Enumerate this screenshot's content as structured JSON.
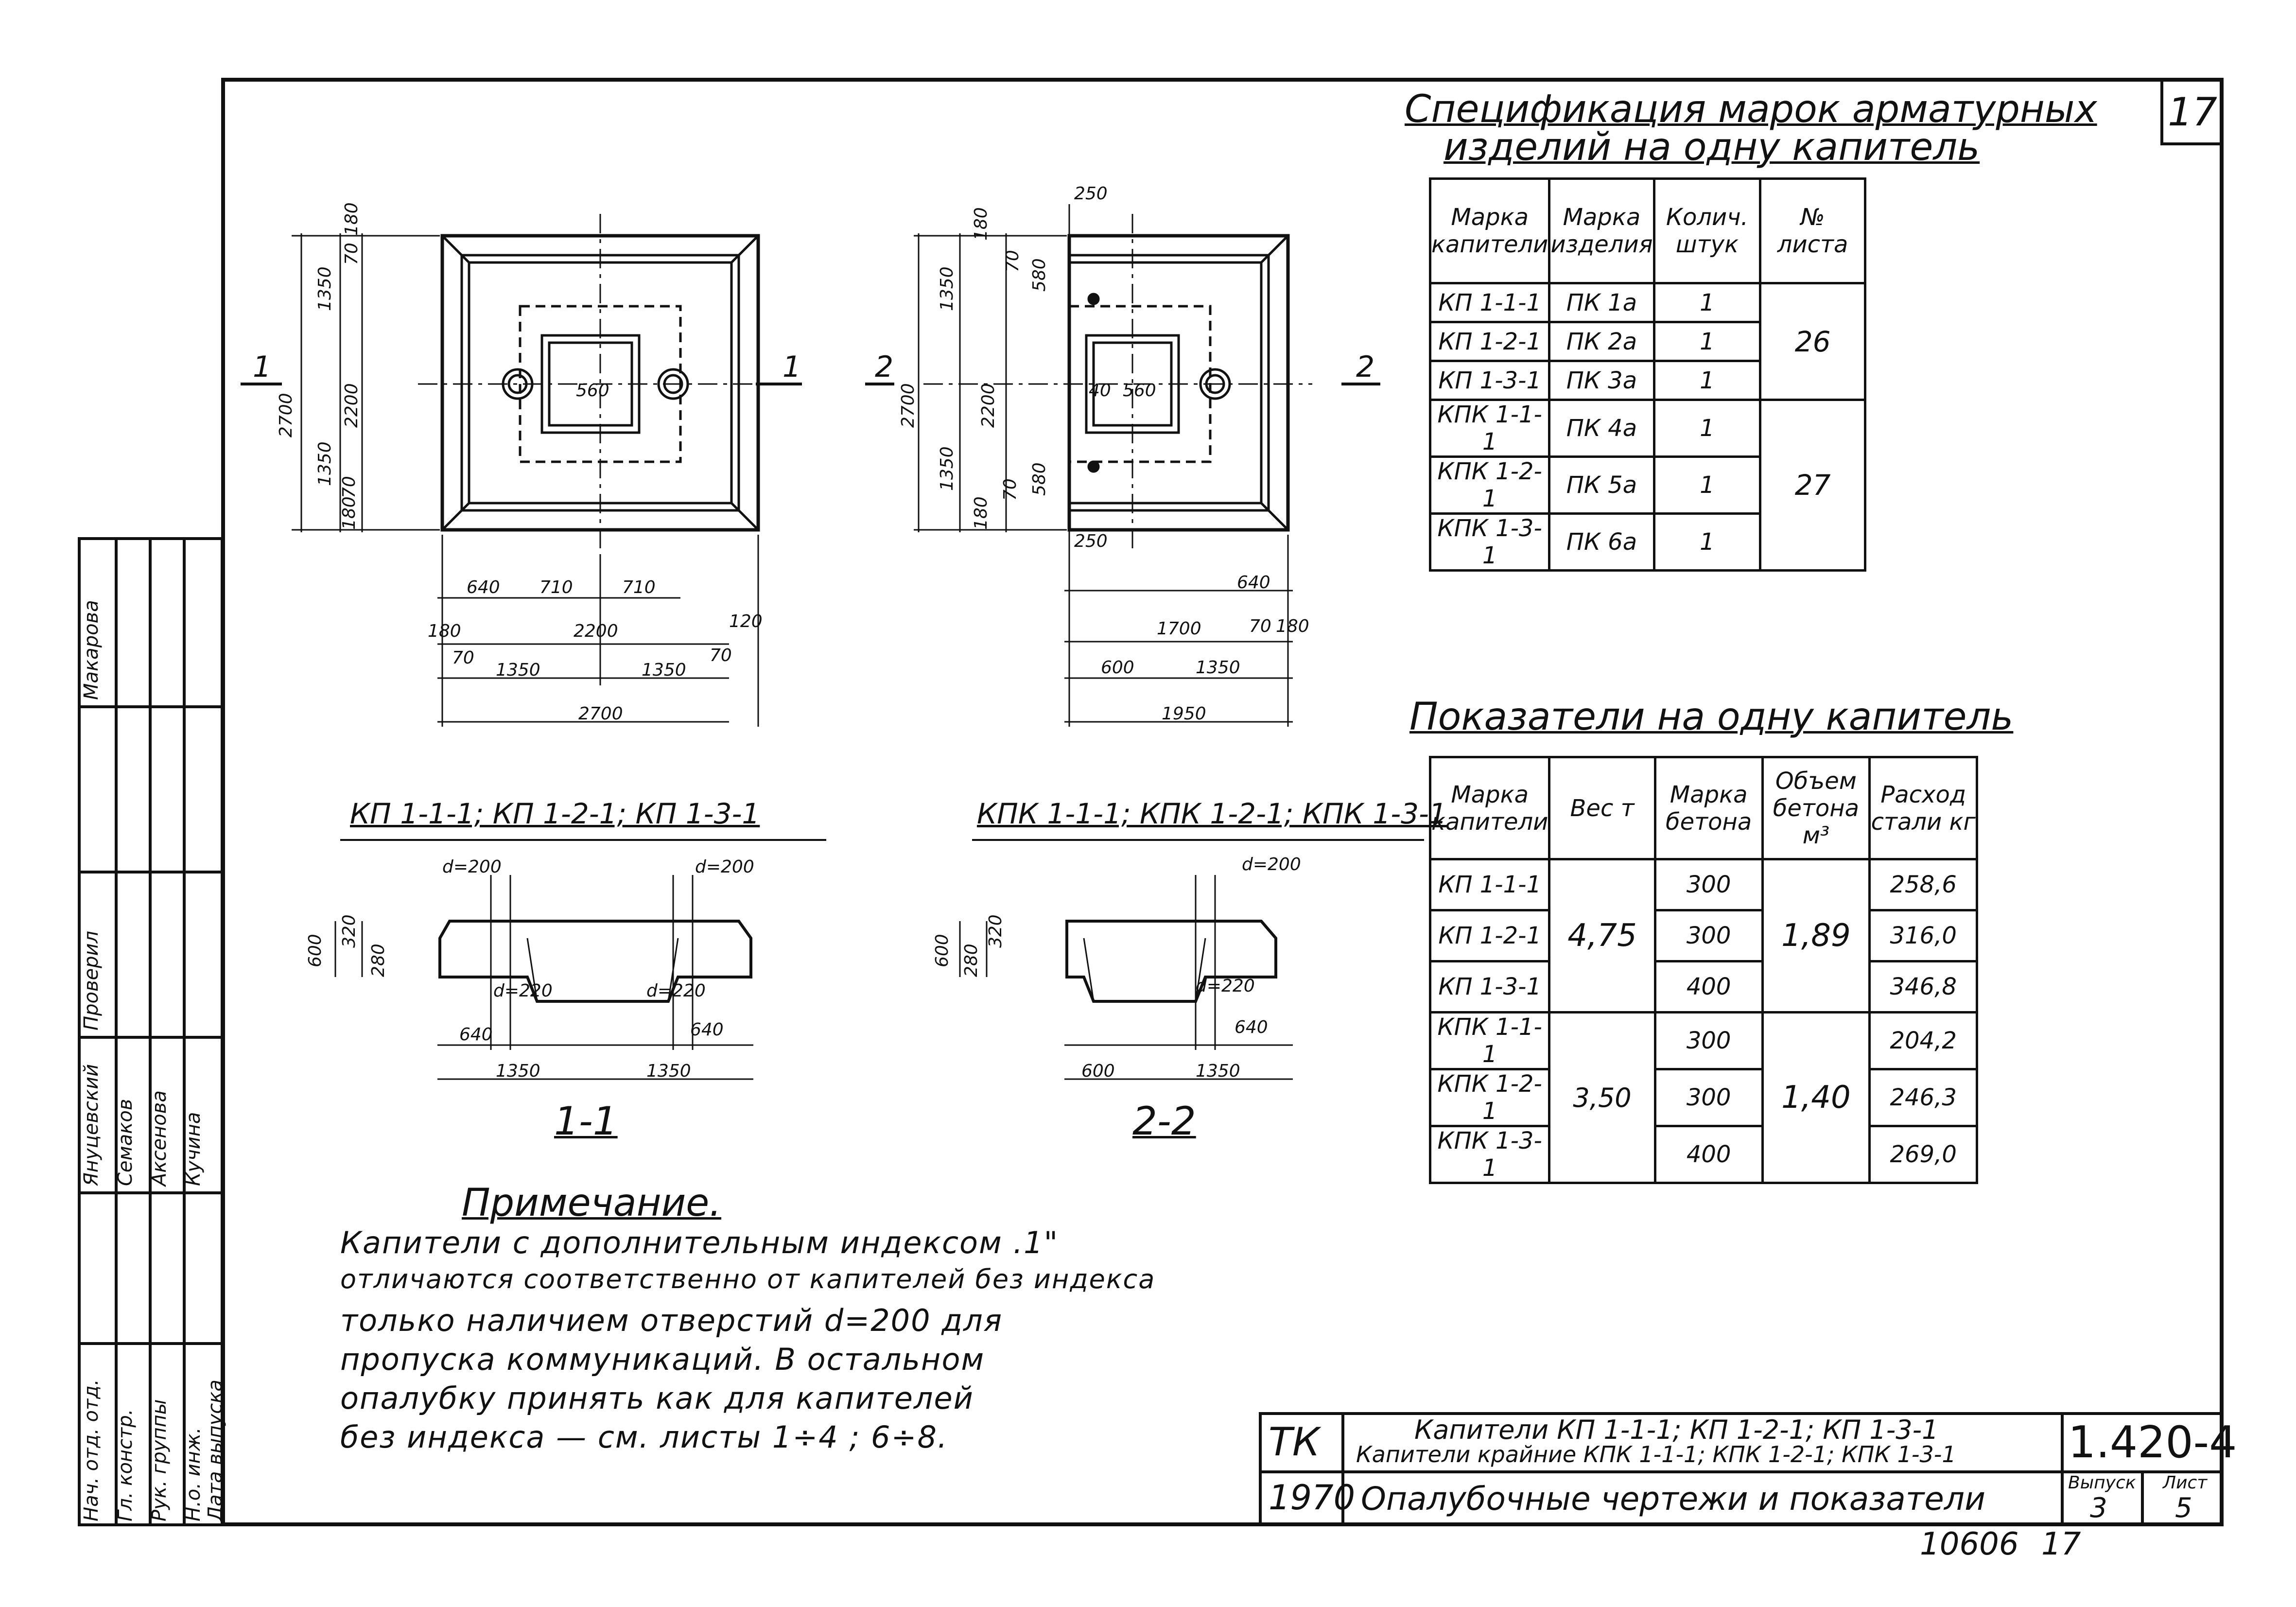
{
  "sheet_number": "17",
  "spec_table": {
    "title_line1": "Спецификация марок арматурных",
    "title_line2": "изделий на одну капитель",
    "headers": [
      "Марка капители",
      "Марка изделия",
      "Колич. штук",
      "№ листа"
    ],
    "rows": [
      [
        "КП 1-1-1",
        "ПК 1а",
        "1"
      ],
      [
        "КП 1-2-1",
        "ПК 2а",
        "1"
      ],
      [
        "КП 1-3-1",
        "ПК 3а",
        "1"
      ],
      [
        "КПК 1-1-1",
        "ПК 4а",
        "1"
      ],
      [
        "КПК 1-2-1",
        "ПК 5а",
        "1"
      ],
      [
        "КПК 1-3-1",
        "ПК 6а",
        "1"
      ]
    ],
    "sheet_refs": [
      "26",
      "27"
    ]
  },
  "indicators_table": {
    "title": "Показатели на одну капитель",
    "headers": [
      "Марка капители",
      "Вес т",
      "Марка бетона",
      "Объем бетона м³",
      "Расход стали кг"
    ],
    "rows": [
      [
        "КП 1-1-1",
        "300",
        "258,6"
      ],
      [
        "КП 1-2-1",
        "300",
        "316,0"
      ],
      [
        "КП 1-3-1",
        "400",
        "346,8"
      ],
      [
        "КПК 1-1-1",
        "300",
        "204,2"
      ],
      [
        "КПК 1-2-1",
        "300",
        "246,3"
      ],
      [
        "КПК 1-3-1",
        "400",
        "269,0"
      ]
    ],
    "weights": [
      "4,75",
      "3,50"
    ],
    "volumes": [
      "1,89",
      "1,40"
    ]
  },
  "section_labels": {
    "left_caption": "КП 1-1-1; КП 1-2-1; КП 1-3-1",
    "right_caption": "КПК 1-1-1; КПК 1-2-1; КПК 1-3-1",
    "section_1": "1-1",
    "section_2": "2-2",
    "cut_1": "1",
    "cut_2": "2"
  },
  "dimensions": {
    "plan1": {
      "top_180": "180",
      "top_70": "70",
      "v1350a": "1350",
      "v2700": "2700",
      "v2200": "2200",
      "v1350b": "1350",
      "b70": "70",
      "b180": "180",
      "inner": "560",
      "h640": "640",
      "h710a": "710",
      "h710b": "710",
      "h180l": "180",
      "h2200": "2200",
      "h180r": "120",
      "h70l": "70",
      "h70r": "70",
      "h1350a": "1350",
      "h1350b": "1350",
      "h2700": "2700"
    },
    "plan2": {
      "d250t": "250",
      "d180": "180",
      "d70": "70",
      "d580": "580",
      "v1350a": "1350",
      "v2700": "2700",
      "v2200": "2200",
      "v1350b": "1350",
      "d70b": "70",
      "d580b": "580",
      "d180b": "180",
      "d250b": "250",
      "inner": "560",
      "inner_a": "40",
      "h640": "640",
      "h1700": "1700",
      "h70": "70",
      "h180": "180",
      "h600": "600",
      "h1350": "1350",
      "h1950": "1950"
    },
    "sec1": {
      "d200a": "d=200",
      "d200b": "d=200",
      "h600": "600",
      "h320": "320",
      "h280": "280",
      "d220a": "d=220",
      "d220b": "d=220",
      "w640a": "640",
      "w640b": "640",
      "w1350a": "1350",
      "w1350b": "1350"
    },
    "sec2": {
      "d200": "d=200",
      "h600": "600",
      "h280": "280",
      "h320": "320",
      "d220": "d=220",
      "w640": "640",
      "w600": "600",
      "w1350": "1350"
    }
  },
  "note": {
    "title": "Примечание.",
    "lines": [
      "Капители с дополнительным индексом .1\"",
      "отличаются соответственно от капителей без индекса",
      "только наличием отверстий d=200 для",
      "пропуска коммуникаций. В остальном",
      "опалубку принять как для капителей",
      "без индекса — см. листы 1÷4 ; 6÷8."
    ]
  },
  "stamp": {
    "org": "ТК",
    "year": "1970",
    "title_line1": "Капители КП 1-1-1; КП 1-2-1; КП 1-3-1",
    "title_line2": "Капители крайние КПК 1-1-1; КПК 1-2-1; КПК 1-3-1",
    "title_line3": "Опалубочные чертежи и показатели",
    "code": "1.420-4",
    "issue_label": "Выпуск",
    "issue": "3",
    "sheet_label": "Лист",
    "sheet": "5",
    "archive": "10606",
    "archive_sheet": "17"
  },
  "signatures": {
    "roles": [
      "Нач. отд. отд.",
      "Гл. констр.",
      "Рук. группы",
      "Н.о. инж.",
      "Дата выпуска"
    ],
    "names": [
      "Януцевский",
      "Семаков",
      "Аксенова",
      "Кучина"
    ],
    "checked_label": "Проверил",
    "checked_name": "Макарова"
  }
}
